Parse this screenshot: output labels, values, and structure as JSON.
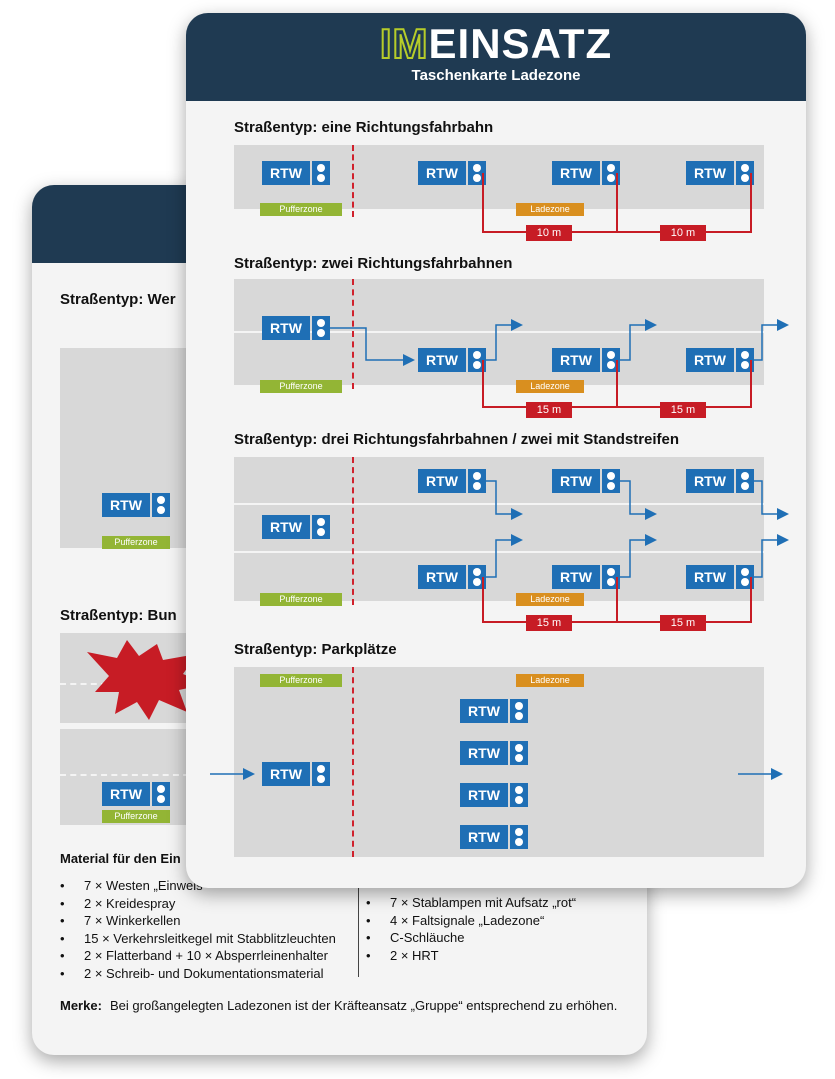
{
  "back_card": {
    "heading1": "Straßentyp: Wer",
    "heading2": "Straßentyp: Bun",
    "rtw_label": "RTW",
    "pufferzone": "Pufferzone",
    "material_heading": "Material für den Ein",
    "material_left": [
      "7 × Westen „Einweis",
      "2 × Kreidespray",
      "7 × Winkerkellen",
      "15 × Verkehrsleitkegel mit Stabblitzleuchten",
      "2 × Flatterband + 10 × Absperrleinenhalter",
      "2 × Schreib- und Dokumentationsmaterial"
    ],
    "material_right": [
      "7 × Stablampen mit Aufsatz „rot“",
      "4 × Faltsignale „Ladezone“",
      "C-Schläuche",
      "2 × HRT"
    ],
    "merke_label": "Merke:",
    "merke_text": "Bei großangelegten Ladezonen ist der Kräfteansatz „Gruppe“ entsprechend zu erhöhen."
  },
  "front_card": {
    "logo_im": "IM",
    "logo_einsatz": "EINSATZ",
    "subtitle": "Taschenkarte Ladezone",
    "rtw_label": "RTW",
    "pufferzone": "Pufferzone",
    "ladezone": "Ladezone",
    "sections": [
      {
        "title": "Straßentyp: eine Richtungsfahrbahn",
        "distances": [
          "10 m",
          "10 m"
        ]
      },
      {
        "title": "Straßentyp: zwei Richtungsfahrbahnen",
        "distances": [
          "15 m",
          "15 m"
        ]
      },
      {
        "title": "Straßentyp: drei Richtungsfahrbahnen / zwei mit Standstreifen",
        "distances": [
          "15 m",
          "15 m"
        ]
      },
      {
        "title": "Straßentyp: Parkplätze",
        "distances": []
      }
    ]
  },
  "colors": {
    "header": "#1f3a52",
    "logo_accent": "#b6cc2a",
    "rtw_blue": "#1f6fb5",
    "pufferzone_green": "#93b535",
    "ladezone_orange": "#d98f1f",
    "distance_red": "#c71c25"
  },
  "icons": [
    "blue-light-icon",
    "direction-arrow-icon",
    "crash-burst-icon"
  ]
}
